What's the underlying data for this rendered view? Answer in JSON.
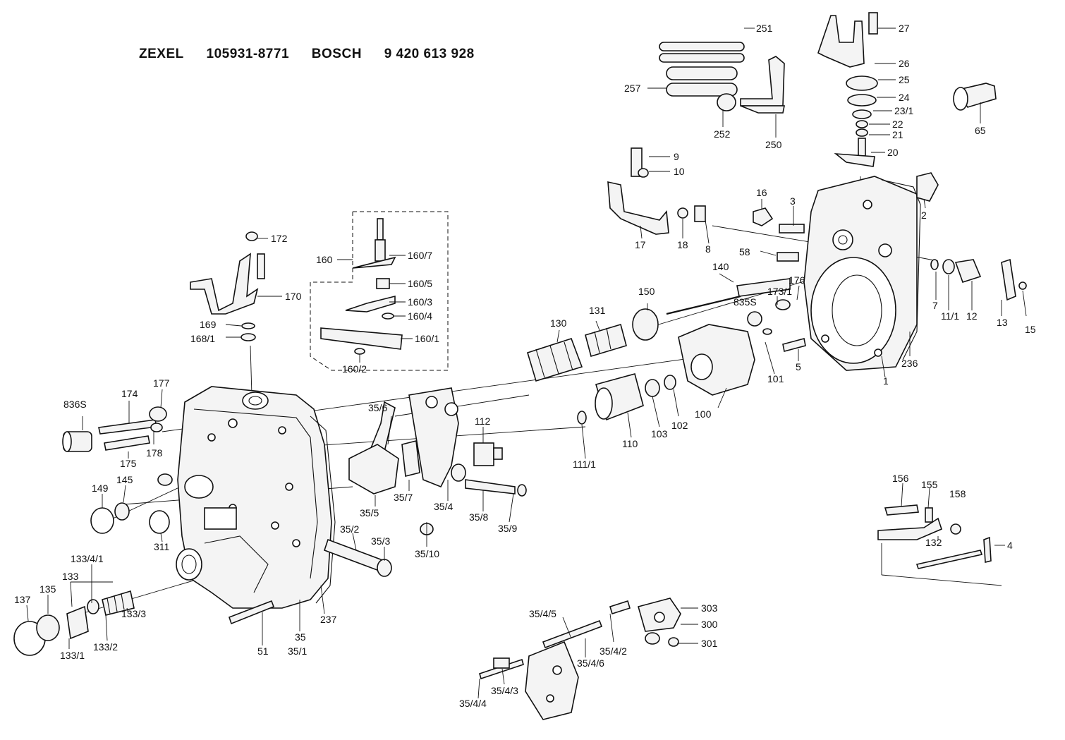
{
  "header": {
    "brand1": "ZEXEL",
    "part1": "105931-8771",
    "brand2": "BOSCH",
    "part2": "9 420 613 928"
  },
  "labels": {
    "l251": "251",
    "l27": "27",
    "l26": "26",
    "l25": "25",
    "l24": "24",
    "l23_1": "23/1",
    "l22": "22",
    "l21": "21",
    "l20": "20",
    "l257": "257",
    "l252": "252",
    "l250": "250",
    "l65": "65",
    "l9": "9",
    "l10": "10",
    "l16": "16",
    "l3": "3",
    "l2": "2",
    "l17": "17",
    "l18": "18",
    "l8": "8",
    "l58": "58",
    "l172": "172",
    "l160": "160",
    "l160_7": "160/7",
    "l160_5": "160/5",
    "l160_3": "160/3",
    "l160_4": "160/4",
    "l160_1": "160/1",
    "l160_2": "160/2",
    "l170": "170",
    "l169": "169",
    "l168_1": "168/1",
    "l140": "140",
    "l176": "176",
    "l173_1": "173/1",
    "l835s": "835S",
    "l150": "150",
    "l131": "131",
    "l130": "130",
    "l7": "7",
    "l11_1": "11/1",
    "l12": "12",
    "l13": "13",
    "l15": "15",
    "l236": "236",
    "l1": "1",
    "l5": "5",
    "l101": "101",
    "l100": "100",
    "l102": "102",
    "l103": "103",
    "l110": "110",
    "l111_1": "111/1",
    "l112": "112",
    "l836s": "836S",
    "l174": "174",
    "l177": "177",
    "l175": "175",
    "l178": "178",
    "l35_6": "35/6",
    "l149": "149",
    "l145": "145",
    "l311": "311",
    "l35_5": "35/5",
    "l35_7": "35/7",
    "l35_4": "35/4",
    "l35_8": "35/8",
    "l35_9": "35/9",
    "l35_10": "35/10",
    "l35_2": "35/2",
    "l35_3": "35/3",
    "l133_4_1": "133/4/1",
    "l133": "133",
    "l135": "135",
    "l137": "137",
    "l133_1": "133/1",
    "l133_2": "133/2",
    "l133_3": "133/3",
    "l51": "51",
    "l35": "35",
    "l35_1": "35/1",
    "l237": "237",
    "l156": "156",
    "l155": "155",
    "l158": "158",
    "l132": "132",
    "l4": "4",
    "l35_4_5": "35/4/5",
    "l303": "303",
    "l300": "300",
    "l301": "301",
    "l35_4_2": "35/4/2",
    "l35_4_6": "35/4/6",
    "l35_4_3": "35/4/3",
    "l35_4_4": "35/4/4"
  },
  "colors": {
    "ink": "#111111",
    "paper": "#ffffff"
  }
}
